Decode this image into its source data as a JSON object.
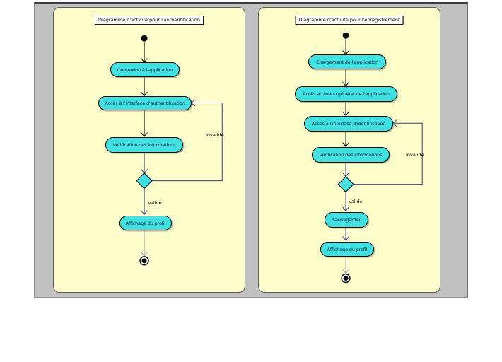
{
  "colors": {
    "canvas_background": "#c1c1c1",
    "diagram_page_background": "#ffffcc",
    "action_node_fill": "#3fe2e2",
    "edge_color_black": "#000000",
    "edge_color_blue": "#39398c",
    "title_box_background": "#ffffff"
  },
  "diagrams": [
    {
      "title": "Diagramme d'acticité pour l'authentification",
      "nodes": [
        "Connexion à l'application",
        "Accès à l'interface d'authentification",
        "Vérification des informations",
        "Affichage du profil"
      ],
      "guards": {
        "valid": "Valide",
        "invalid": "Invalide"
      }
    },
    {
      "title": "Diagramme d'activité pour l'enregistrement",
      "nodes": [
        "Chargement de l'application",
        "Accès au menu général de l'application",
        "Accès à l'interface d'identification",
        "Vérification des informations",
        "Sauvegarder",
        "Affichage du profil"
      ],
      "guards": {
        "valid": "Valide",
        "invalid": "Invalide"
      }
    }
  ]
}
